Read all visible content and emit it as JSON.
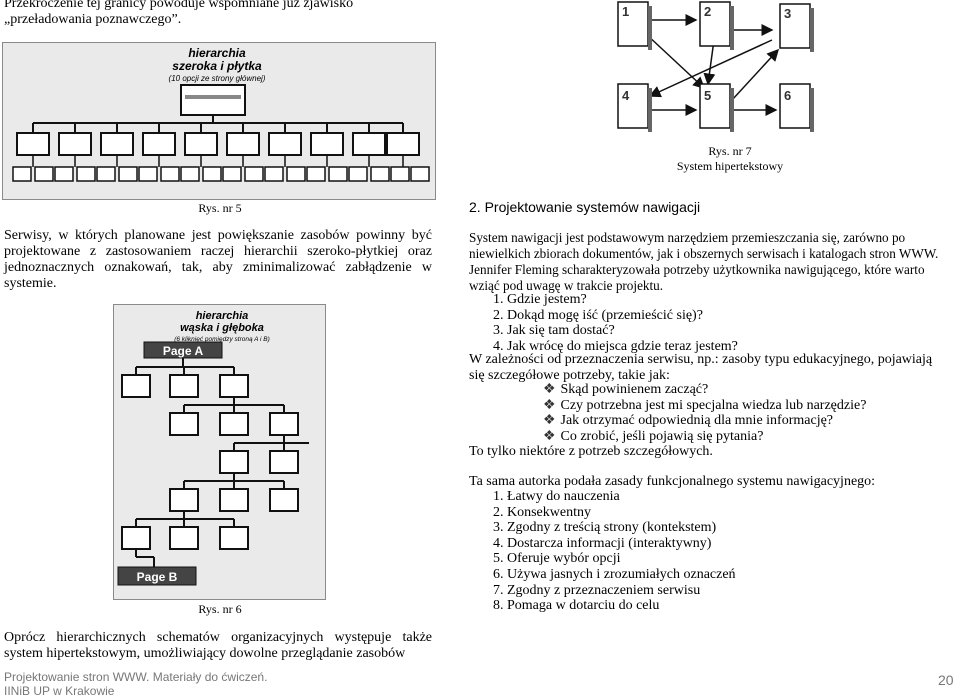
{
  "top_text": "Przekroczenie tej granicy powoduje wspomniane już zjawisko „przeładowania poznawczego”.",
  "fig5": {
    "title_line1": "hierarchia",
    "title_line2": "szeroka i płytka",
    "title_line3": "(10 opcji ze strony głównej)",
    "caption": "Rys. nr 5"
  },
  "para_wide": "Serwisy, w których planowane jest powiększanie zasobów powinny być projektowane z zastosowaniem raczej hierarchii szeroko-płytkiej oraz jednoznacznych oznakowań, tak, aby zminimalizować zabłądzenie w systemie.",
  "fig6": {
    "title_line1": "hierarchia",
    "title_line2": "wąska i głęboka",
    "title_line3": "(6 kliknięć pomiędzy stroną A i B)",
    "page_a": "Page A",
    "page_b": "Page B",
    "caption": "Rys. nr 6"
  },
  "bottom_left_text": "Oprócz hierarchicznych schematów organizacyjnych występuje także system hipertekstowym, umożliwiający dowolne przeglądanie zasobów",
  "fig7": {
    "nodes": [
      "1",
      "2",
      "3",
      "4",
      "5",
      "6"
    ],
    "caption_line1": "Rys. nr 7",
    "caption_line2": "System hipertekstowy"
  },
  "section_heading": "2. Projektowanie systemów nawigacji",
  "intro": "System nawigacji jest podstawowym narzędziem przemieszczania się, zarówno po niewielkich zbiorach dokumentów, jak i obszernych serwisach i katalogach stron WWW. Jennifer Fleming scharakteryzowała potrzeby użytkownika nawigującego, które warto wziąć pod uwagę w trakcie projektu.",
  "questions": [
    {
      "num": "1.",
      "text": "Gdzie jestem?"
    },
    {
      "num": "2.",
      "text": "Dokąd mogę iść (przemieścić się)?"
    },
    {
      "num": "3.",
      "text": "Jak się tam dostać?"
    },
    {
      "num": "4.",
      "text": "Jak wrócę do miejsca gdzie teraz jestem?"
    }
  ],
  "dependency_text": "W zależności od przeznaczenia serwisu, np.: zasoby typu edukacyjnego, pojawiają się szczegółowe potrzeby, takie jak:",
  "bullets": [
    "Skąd powinienem zacząć?",
    "Czy potrzebna jest mi specjalna wiedza lub narzędzie?",
    "Jak otrzymać odpowiednią dla mnie informację?",
    "Co zrobić, jeśli pojawią się pytania?"
  ],
  "bullet_symbol": "❖",
  "summary": "To tylko niektóre z potrzeb szczegółowych.",
  "rules_intro": "Ta sama autorka podała zasady funkcjonalnego systemu nawigacyjnego:",
  "rules": [
    {
      "num": "1.",
      "text": "Łatwy do nauczenia"
    },
    {
      "num": "2.",
      "text": "Konsekwentny"
    },
    {
      "num": "3.",
      "text": "Zgodny z treścią strony (kontekstem)"
    },
    {
      "num": "4.",
      "text": "Dostarcza informacji (interaktywny)"
    },
    {
      "num": "5.",
      "text": "Oferuje wybór opcji"
    },
    {
      "num": "6.",
      "text": "Używa jasnych i zrozumiałych oznaczeń"
    },
    {
      "num": "7.",
      "text": "Zgodny z przeznaczeniem serwisu"
    },
    {
      "num": "8.",
      "text": "Pomaga w dotarciu do celu"
    }
  ],
  "footer": {
    "line1": "Projektowanie stron WWW. Materiały do ćwiczeń.",
    "line2": "IINiB UP w Krakowie",
    "page_number": "20"
  }
}
